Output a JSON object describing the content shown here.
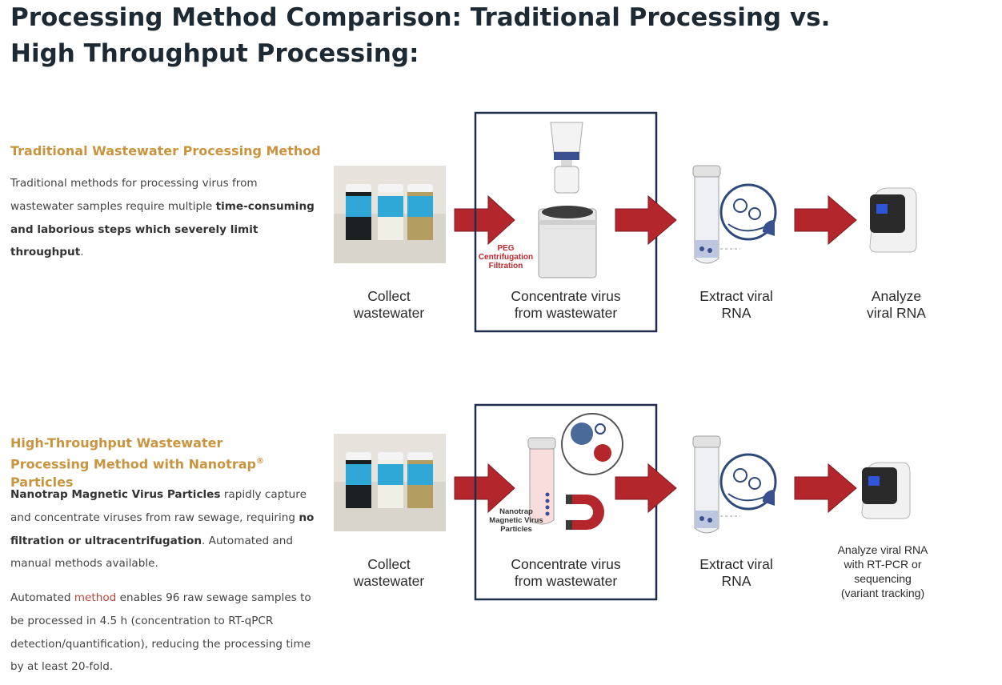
{
  "page": {
    "title": "Processing Method Comparison: Traditional Processing vs. High Throughput Processing:"
  },
  "traditional": {
    "heading": "Traditional Wastewater Processing Method",
    "desc_1": "Traditional methods for processing virus from wastewater samples require multiple ",
    "desc_bold": "time-consuming and laborious steps which severely limit throughput",
    "desc_2": ".",
    "steps": [
      {
        "line1": "Collect",
        "line2": "wastewater"
      },
      {
        "line1": "Concentrate virus",
        "line2": "from wastewater"
      },
      {
        "line1": "Extract viral",
        "line2": "RNA"
      },
      {
        "line1": "Analyze",
        "line2": "viral RNA"
      }
    ],
    "method_tags": [
      "PEG",
      "Centrifugation",
      "Filtration"
    ]
  },
  "high_throughput": {
    "heading_1": "High-Throughput Wastewater Processing Method with Nanotrap",
    "heading_sup": "®",
    "heading_2": " Particles",
    "p1_bold1": "Nanotrap Magnetic Virus Particles",
    "p1_text1": " rapidly capture and concentrate viruses from raw sewage, requiring ",
    "p1_bold2": "no filtration or ultracentrifugation",
    "p1_text2": ". Automated and manual methods available.",
    "p2_text1": "Automated ",
    "p2_link": "method",
    "p2_text2": " enables 96 raw sewage samples to be processed in 4.5 h (concentration to RT-qPCR detection/quantification), reducing the processing time by at least 20-fold.",
    "steps": [
      {
        "line1": "Collect",
        "line2": "wastewater"
      },
      {
        "line1": "Concentrate virus",
        "line2": "from wastewater"
      },
      {
        "line1": "Extract viral",
        "line2": "RNA"
      },
      {
        "lines": [
          "Analyze viral RNA",
          "with RT-PCR or",
          "sequencing",
          "(variant tracking)"
        ]
      }
    ],
    "method_tags": [
      "Nanotrap",
      "Magnetic Virus",
      "Particles"
    ]
  },
  "colors": {
    "title": "#1e2a33",
    "heading": "#c9943f",
    "arrow": "#b3262c",
    "box_border": "#1f2d4f",
    "link": "#b5473a"
  },
  "icons": [
    "sample-jars-photo",
    "filter-flask-icon",
    "centrifuge-icon",
    "red-arrow-icon",
    "tube-icon",
    "virus-magnifier-icon",
    "pcr-instrument-icon",
    "magnet-icon"
  ]
}
